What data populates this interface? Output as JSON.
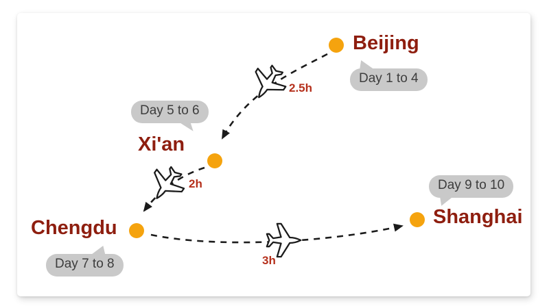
{
  "diagram": {
    "kind": "travel-itinerary-route-map",
    "colors": {
      "city_name": "#8e1e0f",
      "duration_label": "#b5301c",
      "stop_dot": "#f5a30e",
      "badge_background": "#c9c9c9",
      "badge_text": "#3d3d3d",
      "route_line": "#1b1b1b",
      "card_background": "#ffffff"
    },
    "stops": [
      {
        "name": "Beijing",
        "days": "Day 1 to 4",
        "marker": "orange-dot"
      },
      {
        "name": "Xi'an",
        "days": "Day 5 to 6",
        "marker": "orange-dot"
      },
      {
        "name": "Chengdu",
        "days": "Day 7 to 8",
        "marker": "orange-dot"
      },
      {
        "name": "Shanghai",
        "days": "Day 9 to 10",
        "marker": "orange-dot"
      }
    ],
    "legs": [
      {
        "from": "Beijing",
        "to": "Xi'an",
        "duration": "2.5h",
        "icon": "airplane-icon",
        "style": "dashed-arrow"
      },
      {
        "from": "Xi'an",
        "to": "Chengdu",
        "duration": "2h",
        "icon": "airplane-icon",
        "style": "dashed-arrow"
      },
      {
        "from": "Chengdu",
        "to": "Shanghai",
        "duration": "3h",
        "icon": "airplane-icon",
        "style": "dashed-arrow"
      }
    ]
  }
}
